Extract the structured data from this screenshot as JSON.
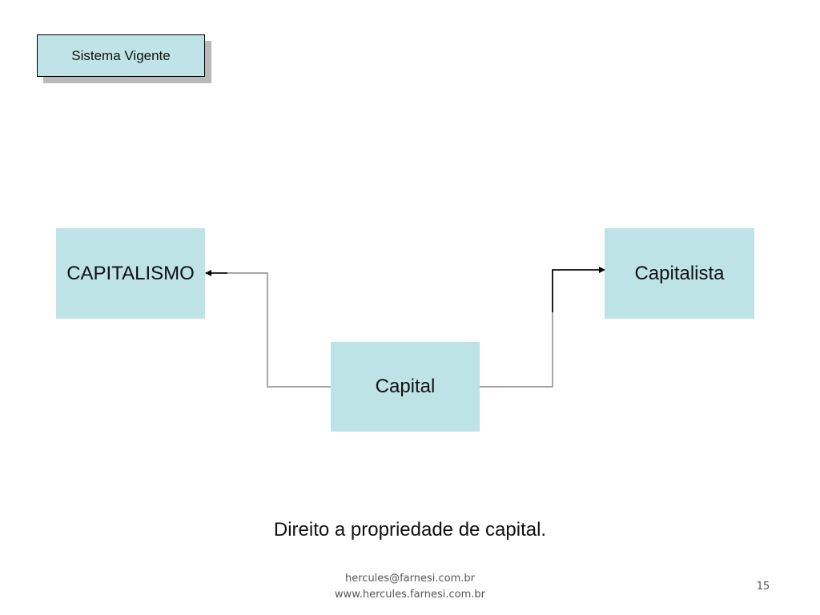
{
  "slide": {
    "title": "Sistema Vigente",
    "caption": "Direito a propriedade de capital.",
    "page_number": "15"
  },
  "diagram": {
    "nodes": {
      "capitalismo": "CAPITALISMO",
      "capital": "Capital",
      "capitalista": "Capitalista"
    },
    "edges": [
      {
        "from": "Capital",
        "to": "CAPITALISMO"
      },
      {
        "from": "Capital",
        "to": "Capitalista"
      }
    ],
    "node_color": "#bde3e6",
    "connector_color": "#000000"
  },
  "footer": {
    "email": "hercules@farnesi.com.br",
    "website": "www.hercules.farnesi.com.br"
  }
}
